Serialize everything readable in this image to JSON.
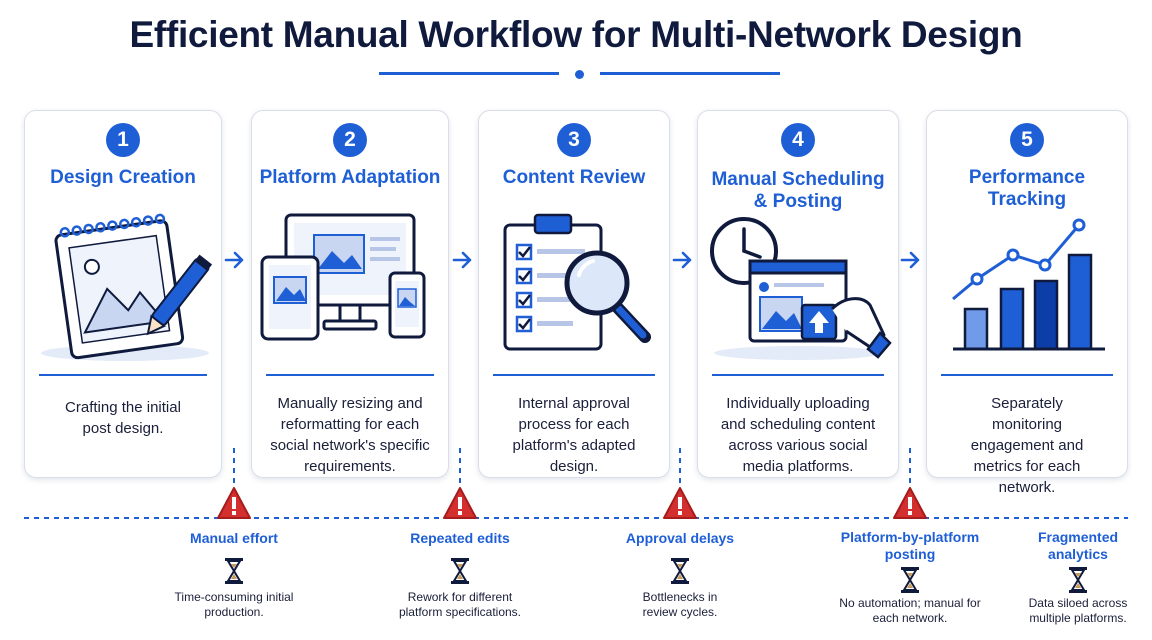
{
  "title": "Efficient Manual Workflow for Multi-Network Design",
  "colors": {
    "accent": "#1f5fd6",
    "dark": "#0f1a3d",
    "warning": "#d32f2f"
  },
  "steps": [
    {
      "number": "1",
      "title": "Design Creation",
      "description": "Crafting the initial post design.",
      "icon": "sketchpad-pencil-icon"
    },
    {
      "number": "2",
      "title": "Platform Adaptation",
      "description": "Manually resizing and reformatting for each social network's specific requirements.",
      "icon": "multi-device-icon"
    },
    {
      "number": "3",
      "title": "Content Review",
      "description": "Internal approval process for each platform's adapted design.",
      "icon": "checklist-magnifier-icon"
    },
    {
      "number": "4",
      "title": "Manual Scheduling & Posting",
      "description": "Individually uploading and scheduling content across various social media platforms.",
      "icon": "clock-upload-icon"
    },
    {
      "number": "5",
      "title": "Performance Tracking",
      "description": "Separately monitoring engagement and metrics for each network.",
      "icon": "bar-line-chart-icon"
    }
  ],
  "issues": [
    {
      "title": "Manual effort",
      "description": "Time-consuming initial production."
    },
    {
      "title": "Repeated edits",
      "description": "Rework for different platform specifications."
    },
    {
      "title": "Approval delays",
      "description": "Bottlenecks in review cycles."
    },
    {
      "title": "Platform-by-platform posting",
      "description": "No automation; manual for each network."
    },
    {
      "title": "Fragmented analytics",
      "description": "Data siloed across multiple platforms."
    }
  ]
}
